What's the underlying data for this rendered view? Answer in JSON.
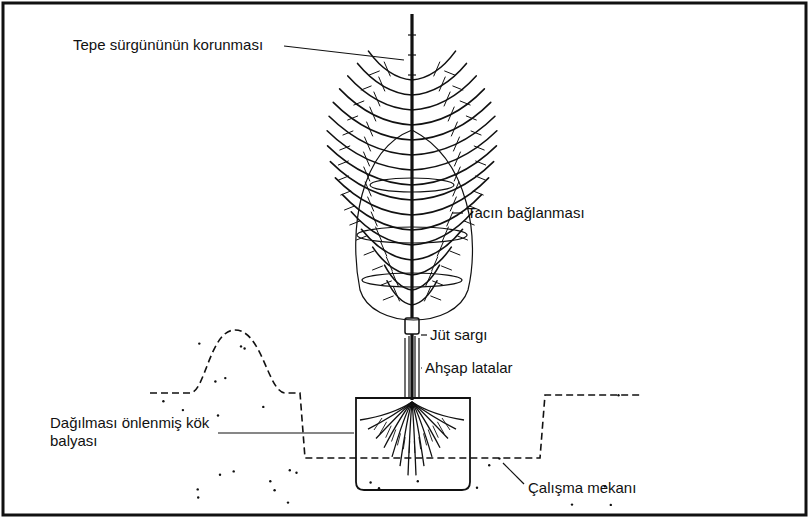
{
  "diagram": {
    "labels": [
      "Tepe sürgününün korunması",
      "Tacın bağlanması",
      "Jüt sargı",
      "Ahşap latalar",
      "Dağılması önlenmiş kök balyası",
      "Çalışma mekanı"
    ]
  }
}
